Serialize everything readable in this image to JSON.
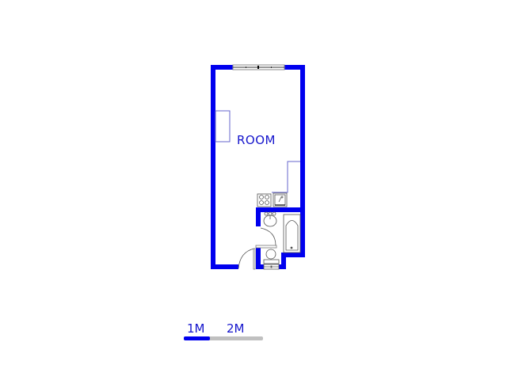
{
  "plan": {
    "rooms": [
      {
        "label": "ROOM"
      }
    ],
    "colors": {
      "wall": "#0000ee",
      "fixture_outline": "#6666cc",
      "label": "#1515cc",
      "window_frame": "#888888"
    },
    "fixtures": [
      "window",
      "built-in-cupboard",
      "counter",
      "stove",
      "sink",
      "basin",
      "bathtub",
      "toilet",
      "entry-door",
      "bathroom-door"
    ]
  },
  "scale": {
    "label_1": "1M",
    "label_2": "2M",
    "colors": {
      "filled": "#0000ee",
      "remaining": "#c0c0c0"
    }
  }
}
